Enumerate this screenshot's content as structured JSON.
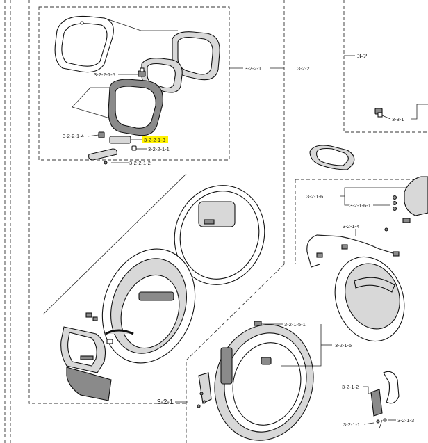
{
  "diagram": {
    "highlight_color": "#fff200",
    "labels": {
      "c3_2_2_1_5": "3-2-2-1-5",
      "c3_2_2_1": "3-2-2-1",
      "c3_2_2": "3-2-2",
      "c3_2": "3-2",
      "c3_3_1": "3-3-1",
      "c3_2_2_1_4": "3-2-2-1-4",
      "c3_2_2_1_3": "3-2-2-1-3",
      "c3_2_2_1_1": "3-2-2-1-1",
      "c3_2_2_1_2": "3-2-2-1-2",
      "c3_2_1_6": "3-2-1-6",
      "c3_2_1_6_1": "3-2-1-6-1",
      "c3_2_1_4": "3-2-1-4",
      "c3_2_1_5_1": "3-2-1-5-1",
      "c3_2_1_5": "3-2-1-5",
      "c3_2_1_2": "3-2-1-2",
      "c3_2_1_1": "3-2-1-1",
      "c3_2_1_3": "3-2-1-3",
      "c3_2_1": "3-2-1"
    }
  }
}
